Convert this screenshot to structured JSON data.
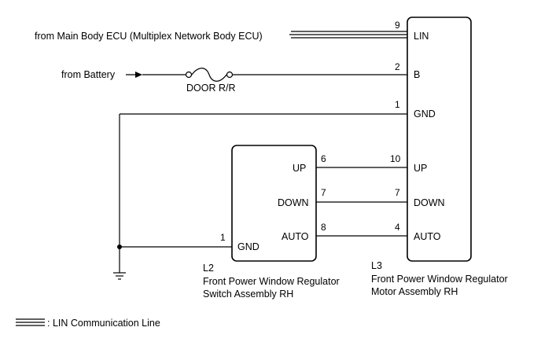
{
  "sources": {
    "ecu": "from Main Body ECU (Multiplex Network Body ECU)",
    "battery": "from Battery"
  },
  "fuse": {
    "label": "DOOR R/R"
  },
  "switch_component": {
    "code": "L2",
    "name_line1": "Front Power Window Regulator",
    "name_line2": "Switch Assembly RH",
    "terminals": [
      {
        "pin": "6",
        "label": "UP"
      },
      {
        "pin": "7",
        "label": "DOWN"
      },
      {
        "pin": "8",
        "label": "AUTO"
      },
      {
        "pin": "1",
        "label": "GND"
      }
    ]
  },
  "motor_component": {
    "code": "L3",
    "name_line1": "Front Power Window Regulator",
    "name_line2": "Motor Assembly RH",
    "terminals": [
      {
        "pin": "9",
        "label": "LIN"
      },
      {
        "pin": "2",
        "label": "B"
      },
      {
        "pin": "1",
        "label": "GND"
      },
      {
        "pin": "10",
        "label": "UP"
      },
      {
        "pin": "7",
        "label": "DOWN"
      },
      {
        "pin": "4",
        "label": "AUTO"
      }
    ]
  },
  "legend": {
    "lin_line": ": LIN Communication Line"
  },
  "colors": {
    "line": "#000000",
    "background": "#ffffff"
  }
}
